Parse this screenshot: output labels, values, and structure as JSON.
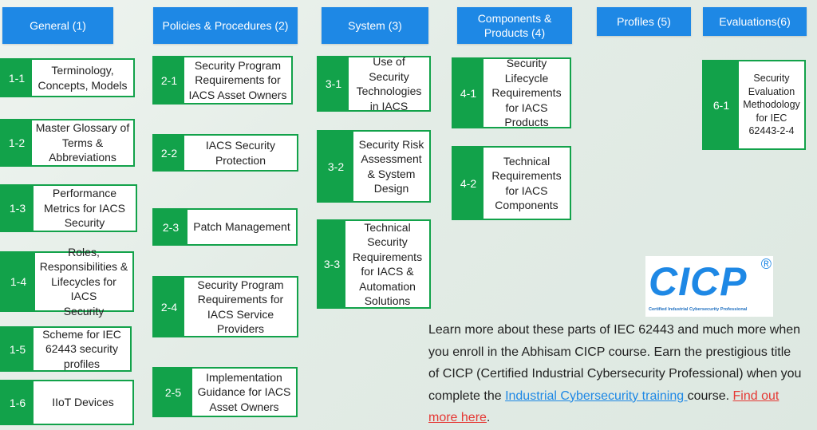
{
  "columns": [
    {
      "header": "General (1)",
      "items": [
        {
          "num": "1-1",
          "label": "Terminology,\nConcepts, Models"
        },
        {
          "num": "1-2",
          "label": "Master Glossary of\nTerms &\nAbbreviations"
        },
        {
          "num": "1-3",
          "label": "Performance\nMetrics for IACS\nSecurity"
        },
        {
          "num": "1-4",
          "label": "Roles,\nResponsibilities &\nLifecycles for IACS\nSecurity"
        },
        {
          "num": "1-5",
          "label": "Scheme for IEC\n62443 security\nprofiles"
        },
        {
          "num": "1-6",
          "label": "IIoT Devices"
        }
      ]
    },
    {
      "header": "Policies & Procedures (2)",
      "items": [
        {
          "num": "2-1",
          "label": "Security Program\nRequirements for\nIACS Asset Owners"
        },
        {
          "num": "2-2",
          "label": "IACS Security\nProtection"
        },
        {
          "num": "2-3",
          "label": "Patch Management"
        },
        {
          "num": "2-4",
          "label": "Security Program\nRequirements for\nIACS Service\nProviders"
        },
        {
          "num": "2-5",
          "label": "Implementation\nGuidance for IACS\nAsset Owners"
        }
      ]
    },
    {
      "header": "System (3)",
      "items": [
        {
          "num": "3-1",
          "label": "Use of\nSecurity\nTechnologies\nin IACS"
        },
        {
          "num": "3-2",
          "label": "Security Risk\nAssessment\n& System\nDesign"
        },
        {
          "num": "3-3",
          "label": "Technical\nSecurity\nRequirements\nfor IACS &\nAutomation\nSolutions"
        }
      ]
    },
    {
      "header": "Components &\nProducts (4)",
      "items": [
        {
          "num": "4-1",
          "label": "Security\nLifecycle\nRequirements\nfor IACS\nProducts"
        },
        {
          "num": "4-2",
          "label": "Technical\nRequirements\nfor IACS\nComponents"
        }
      ]
    },
    {
      "header": "Profiles (5)",
      "items": []
    },
    {
      "header": "Evaluations(6)",
      "items": [
        {
          "num": "6-1",
          "label": "Security\nEvaluation\nMethodology\nfor IEC\n62443-2-4"
        }
      ]
    }
  ],
  "logo": {
    "word": "CICP",
    "reg": "®",
    "tagline": "Certified Industrial Cybersecurity Professional"
  },
  "promo": {
    "text1": "Learn more about these parts of IEC 62443 and much more when you enroll in the Abhisam CICP course. Earn the prestigious title of CICP (Certified Industrial Cybersecurity Professional) when you complete the ",
    "link1": "Industrial Cybersecurity training ",
    "text2": "course. ",
    "link2": "Find out more here",
    "text3": "."
  },
  "colors": {
    "header_blue": "#1e88e5",
    "card_green": "#12a24a",
    "link_red": "#e53935"
  }
}
